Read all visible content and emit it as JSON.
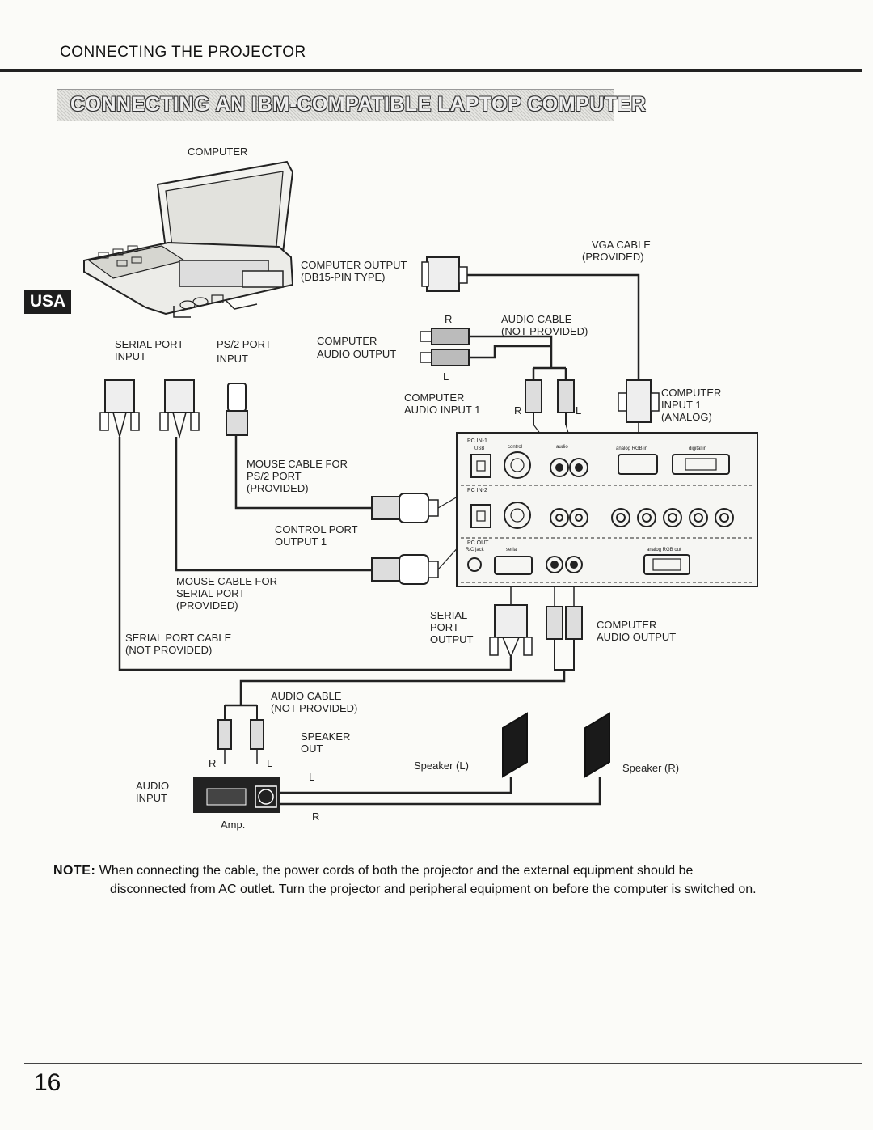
{
  "header": {
    "section_title": "CONNECTING THE PROJECTOR",
    "banner_title": "CONNECTING AN IBM-COMPATIBLE LAPTOP COMPUTER",
    "region_badge": "USA"
  },
  "diagram": {
    "computer": "COMPUTER",
    "computer_output_1": "COMPUTER OUTPUT",
    "computer_output_2": "(DB15-PIN TYPE)",
    "vga_cable_1": "VGA CABLE",
    "vga_cable_2": "(PROVIDED)",
    "r_top": "R",
    "audio_cable_top_1": "AUDIO CABLE",
    "audio_cable_top_2": "(NOT PROVIDED)",
    "serial_port_input_1": "SERIAL PORT",
    "serial_port_input_2": "INPUT",
    "ps2_port_input_1": "PS/2 PORT",
    "ps2_port_input_2": "INPUT",
    "computer_audio_output_top_1": "COMPUTER",
    "computer_audio_output_top_2": "AUDIO OUTPUT",
    "l_top": "L",
    "computer_audio_input_1_a": "COMPUTER",
    "computer_audio_input_1_b": "AUDIO INPUT 1",
    "r_input": "R",
    "l_input": "L",
    "computer_input_1_a": "COMPUTER",
    "computer_input_1_b": "INPUT 1",
    "computer_input_1_c": "(ANALOG)",
    "mouse_cable_ps2_1": "MOUSE CABLE FOR",
    "mouse_cable_ps2_2": "PS/2 PORT",
    "mouse_cable_ps2_3": "(PROVIDED)",
    "control_port_1": "CONTROL PORT",
    "control_port_2": "OUTPUT 1",
    "mouse_cable_serial_1": "MOUSE CABLE FOR",
    "mouse_cable_serial_2": "SERIAL PORT",
    "mouse_cable_serial_3": "(PROVIDED)",
    "serial_port_cable_1": "SERIAL PORT CABLE",
    "serial_port_cable_2": "(NOT PROVIDED)",
    "serial_port_output_1": "SERIAL",
    "serial_port_output_2": "PORT",
    "serial_port_output_3": "OUTPUT",
    "computer_audio_output_bottom_1": "COMPUTER",
    "computer_audio_output_bottom_2": "AUDIO OUTPUT",
    "audio_cable_bottom_1": "AUDIO CABLE",
    "audio_cable_bottom_2": "(NOT PROVIDED)",
    "speaker_out_1": "SPEAKER",
    "speaker_out_2": "OUT",
    "r_amp": "R",
    "l_amp": "L",
    "audio_input_1": "AUDIO",
    "audio_input_2": "INPUT",
    "amp": "Amp.",
    "speaker_l": "Speaker (L)",
    "speaker_r": "Speaker (R)",
    "wire_l": "L",
    "wire_r": "R",
    "panel_pc_in_1": "PC IN-1",
    "panel_pc_in_2": "PC IN-2",
    "panel_pc_out": "PC OUT",
    "panel_usb": "USB",
    "panel_control": "control",
    "panel_audio": "audio",
    "panel_analog_rgb_in": "analog RGB in",
    "panel_digital_in": "digital in",
    "panel_serial": "serial",
    "panel_rc_jack": "R/C jack",
    "panel_analog_rgb_out": "analog RGB out"
  },
  "note": {
    "label": "NOTE:",
    "line1": "When connecting the cable, the power cords of both the projector and the external equipment should be",
    "line2": "disconnected from AC outlet. Turn the projector and peripheral equipment on before the computer is switched on."
  },
  "footer": {
    "page_number": "16"
  }
}
